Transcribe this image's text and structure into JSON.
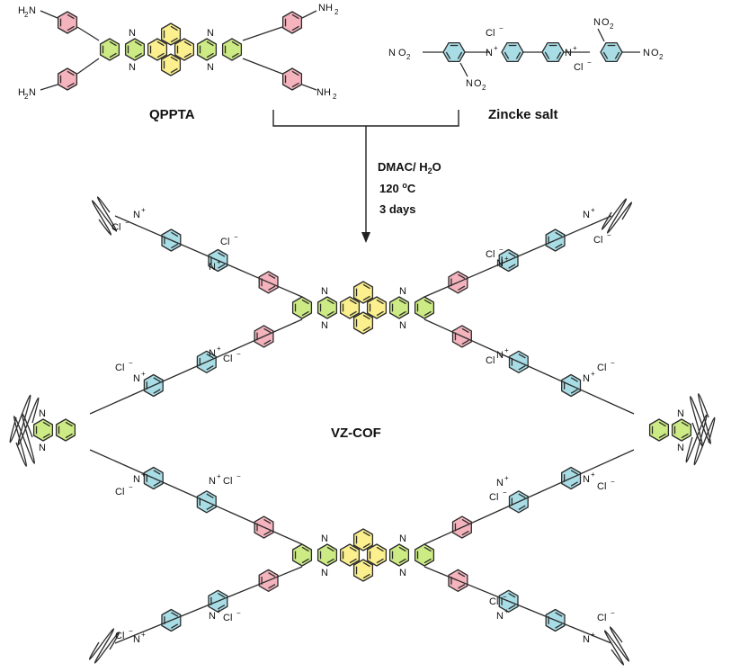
{
  "labels": {
    "qppta": "QPPTA",
    "zincke": "Zincke salt",
    "cof": "VZ-COF"
  },
  "conditions": {
    "line1": "DMAC/ H",
    "line1_sub": "2",
    "line1_end": "O",
    "line2": "120 ",
    "line2_sup": "o",
    "line2_end": "C",
    "line3": "3 days"
  },
  "atoms": {
    "N": "N",
    "Cl": "Cl",
    "NO2": "O",
    "NH2": "NH",
    "H2N": "H",
    "plus": "+",
    "minus": "−"
  },
  "colors": {
    "phenyl": "#f4b3bd",
    "pyridinium": "#a9dde6",
    "phenazine": "#cdeb84",
    "pyrene": "#fbef8e",
    "zincke_ring": "#a9dde6"
  }
}
